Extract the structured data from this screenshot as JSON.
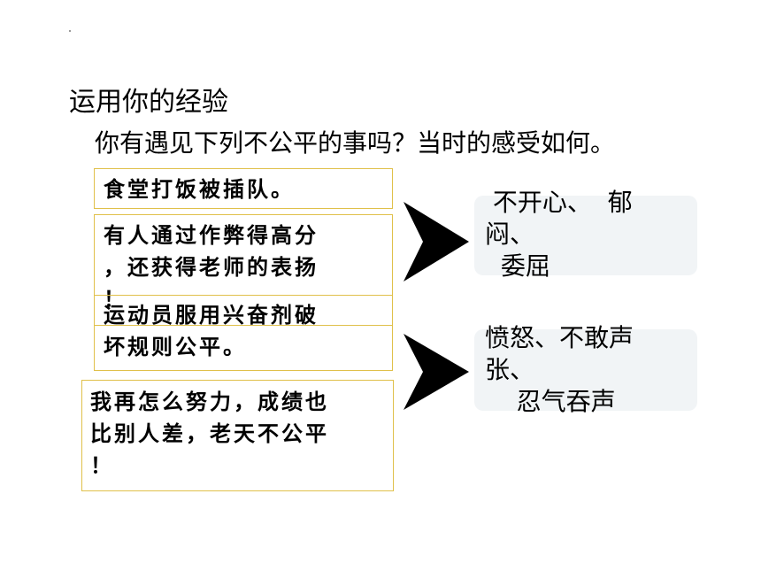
{
  "heading": "运用你的经验",
  "question": "你有遇见下列不公平的事吗？当时的感受如何。",
  "cases": [
    "食堂打饭被插队。",
    "有人通过作弊得高分\n，还获得老师的表扬\n！",
    "运动员服用兴奋剂破\n坏规则公平。",
    "我再怎么努力，成绩也\n比别人差，老天不公平\n！"
  ],
  "feelings": [
    " 不开心、  郁\n闷、\n  委屈",
    "愤怒、不敢声\n张、\n    忍气吞声"
  ],
  "colors": {
    "box_border": "#e0c04a",
    "feeling_bg": "#f1f4f6",
    "arrow": "#000000"
  },
  "icons": [
    "arrow-right-icon",
    "arrow-right-icon"
  ]
}
